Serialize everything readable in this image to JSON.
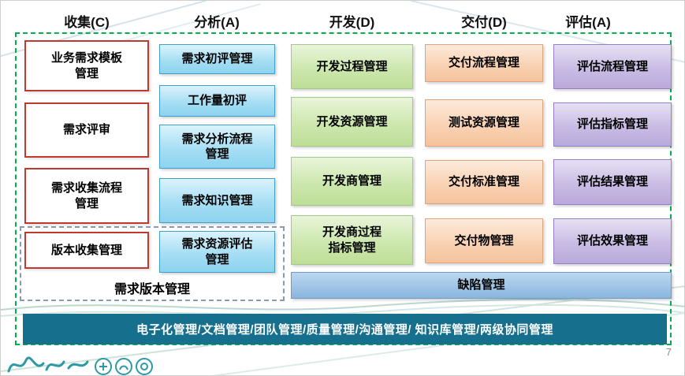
{
  "slide": {
    "page_number": "7",
    "footer_bar": "电子化管理/文档管理/团队管理/质量管理/沟通管理/ 知识库管理/两级协同管理",
    "defect_bar": "缺陷管理",
    "version_group_label": "需求版本管理"
  },
  "columns": [
    {
      "header": "收集(C)",
      "boxes": [
        "业务需求模板\n管理",
        "需求评审",
        "需求收集流程\n管理",
        "版本收集管理"
      ]
    },
    {
      "header": "分析(A)",
      "boxes": [
        "需求初评管理",
        "工作量初评",
        "需求分析流程\n管理",
        "需求知识管理",
        "需求资源评估\n管理"
      ]
    },
    {
      "header": "开发(D)",
      "boxes": [
        "开发过程管理",
        "开发资源管理",
        "开发商管理",
        "开发商过程\n指标管理"
      ]
    },
    {
      "header": "交付(D)",
      "boxes": [
        "交付流程管理",
        "测试资源管理",
        "交付标准管理",
        "交付物管理"
      ]
    },
    {
      "header": "评估(A)",
      "boxes": [
        "评估流程管理",
        "评估指标管理",
        "评估结果管理",
        "评估效果管理"
      ]
    }
  ],
  "colors": {
    "frame_border": "#00b050",
    "collect_border": "#c0392f",
    "analyze_fill": "#a6def4",
    "develop_fill": "#cde7ae",
    "deliver_fill": "#f9d2b4",
    "evaluate_fill": "#c9bce4",
    "defect_fill": "#9dc3e6",
    "footer_fill": "#156f8d",
    "group_dashed_border": "#8a9ab5",
    "logo_teal": "#2b9aa6"
  }
}
